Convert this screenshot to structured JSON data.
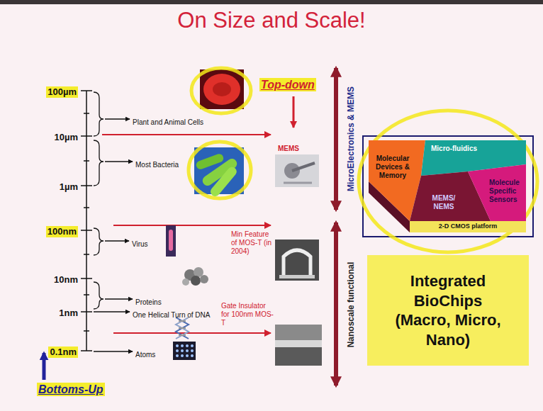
{
  "diagram": {
    "title": "On Size and Scale!",
    "nodes": [
      {
        "text": [
          "Molecular Devices & Memory"
        ]
      },
      {
        "text": [
          "Micro-fluidics"
        ]
      },
      {
        "text": [
          "MEMS/ NEMS"
        ]
      },
      {
        "text": [
          "Molecule Specific Sensors"
        ]
      },
      {
        "text": [
          "2-D CMOS platform"
        ]
      },
      {
        "text": [
          "Integrated BioChips",
          "(Macro, Micro, Nano)"
        ]
      }
    ],
    "labels": [
      "100µm",
      "10µm",
      "1µm",
      "100nm",
      "10nm",
      "1nm",
      "0.1nm",
      "Plant and Animal Cells",
      "Most Bacteria",
      "Virus",
      "Proteins",
      "One Helical Turn of DNA",
      "Atoms",
      "Top-down",
      "MEMS",
      "Min Feature of MOS-T (in 2004)",
      "Gate Insulator for 100nm MOS-T",
      "MicroElectronics & MEMS",
      "Nanoscale functional",
      "Bottoms-Up"
    ]
  }
}
